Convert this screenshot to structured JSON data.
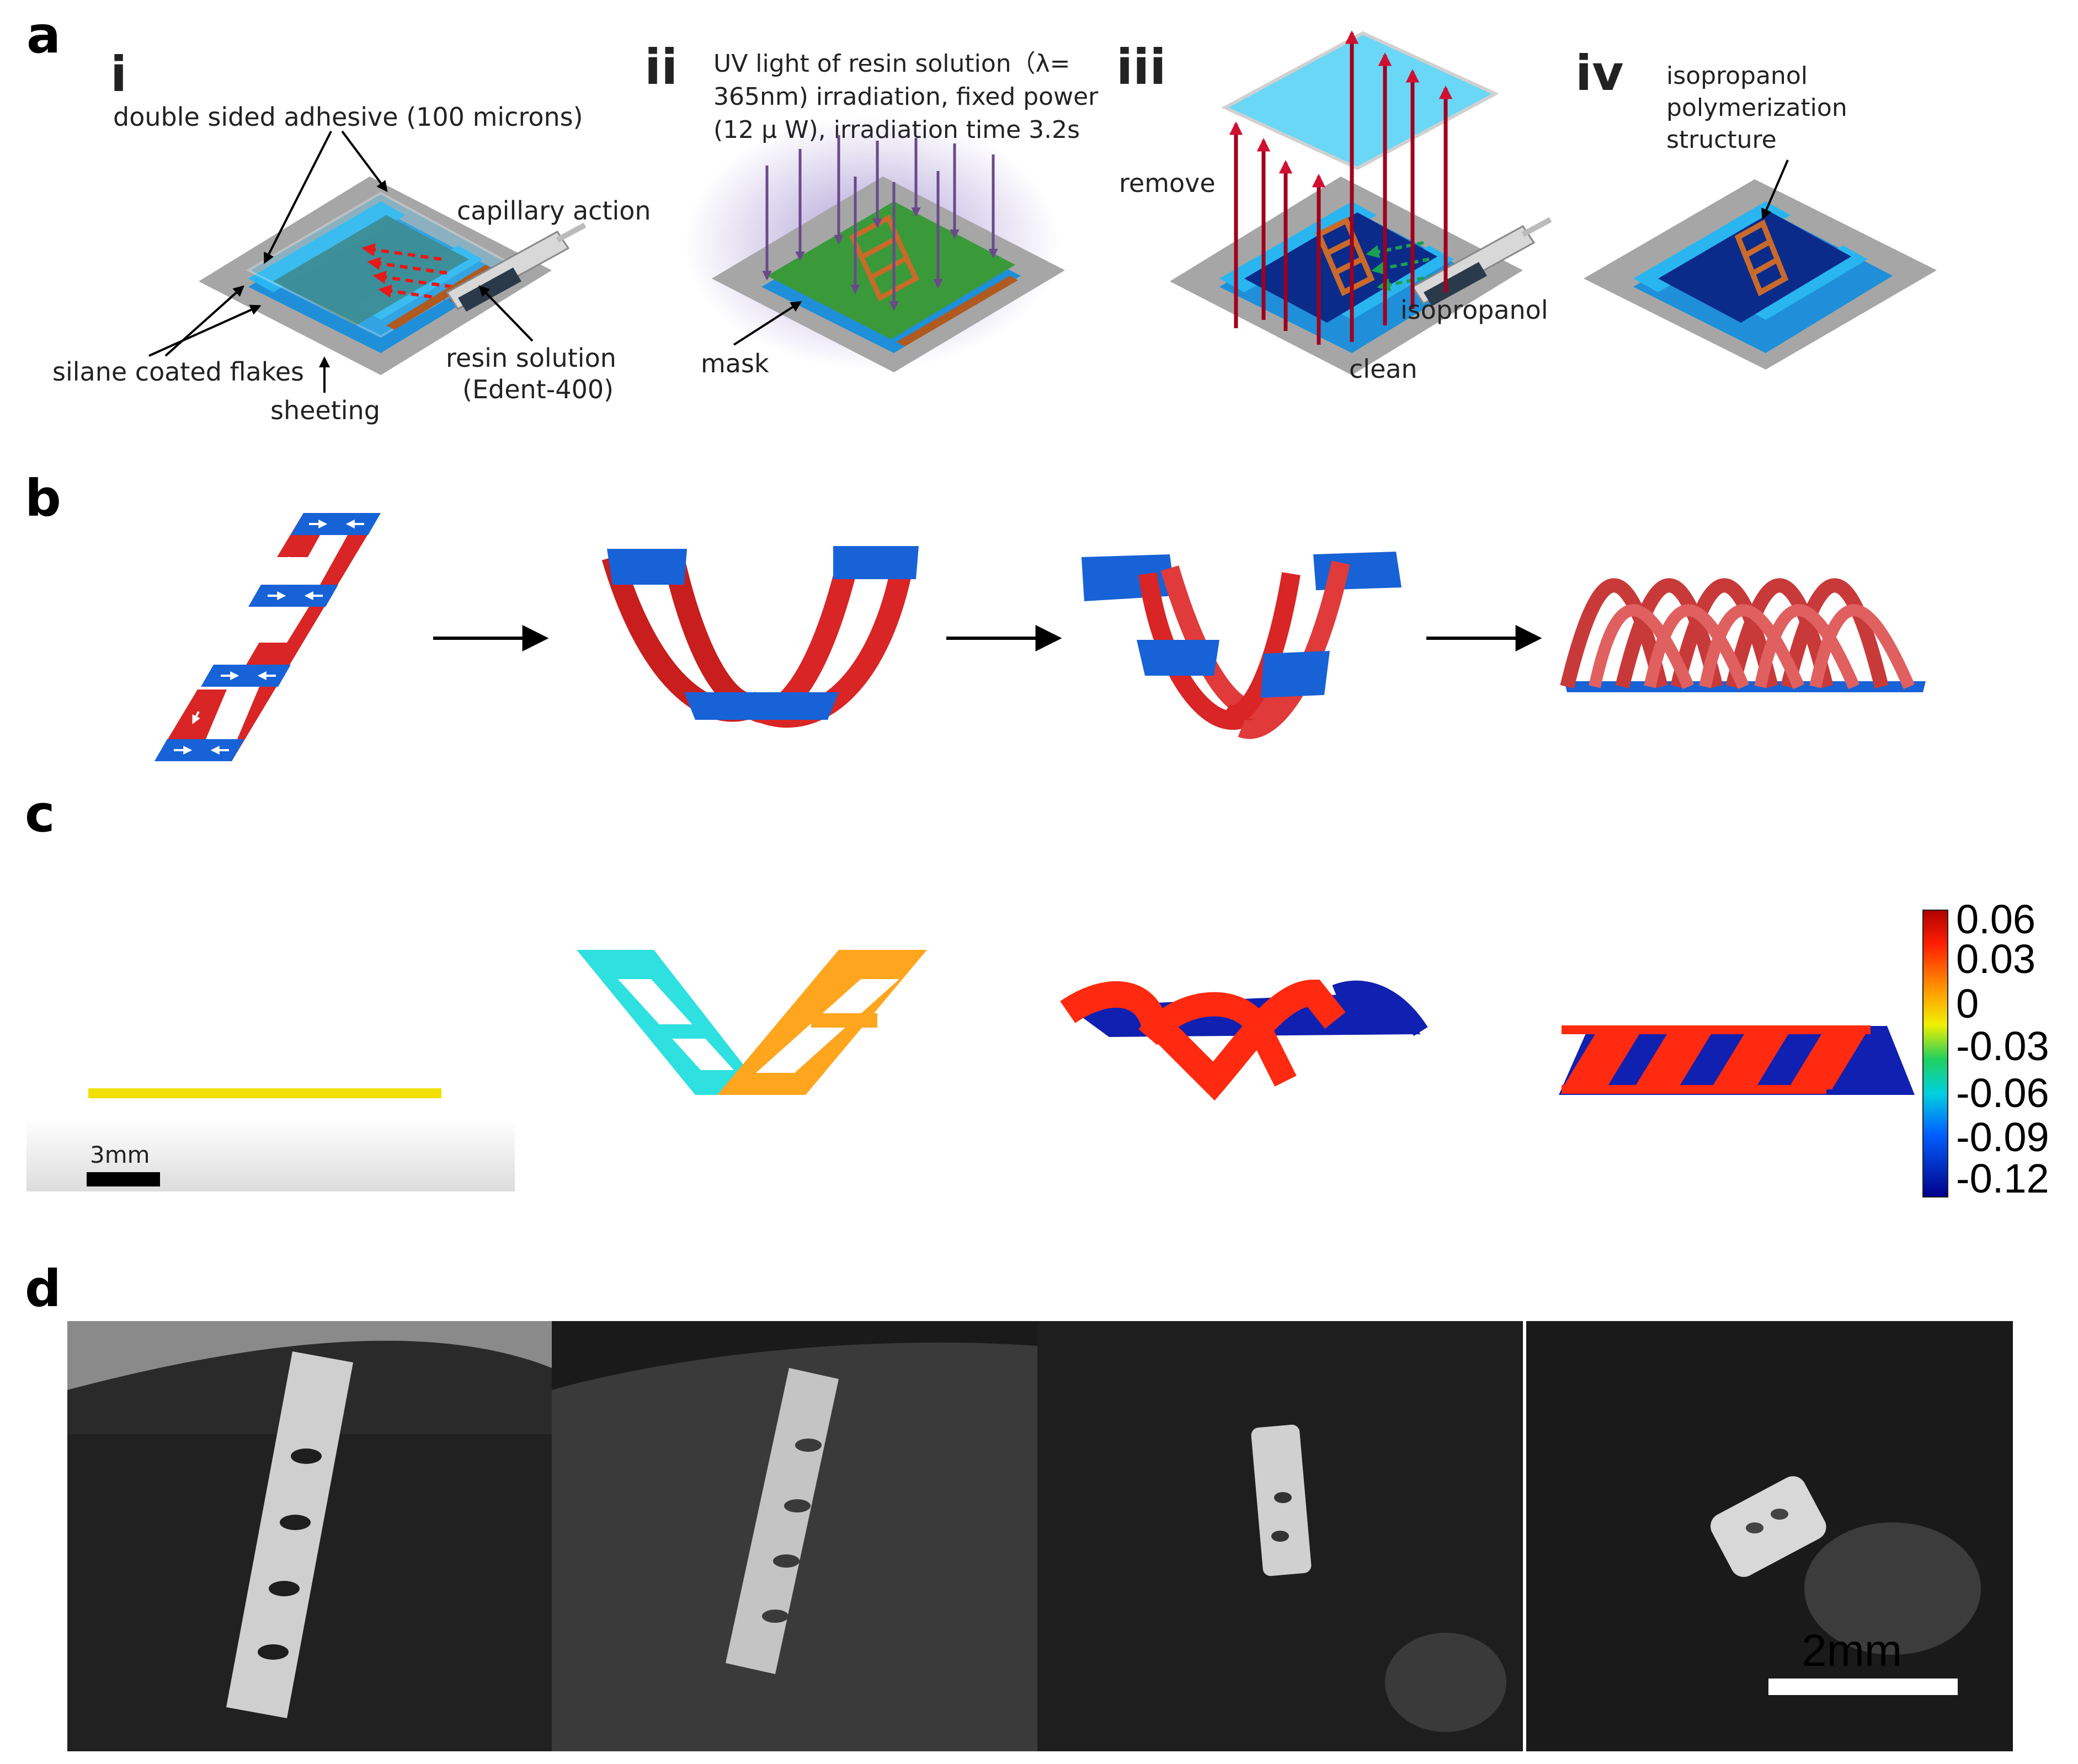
{
  "panels": {
    "a": {
      "label": "a",
      "steps": [
        {
          "numeral": "i",
          "labels": {
            "adhesive": "double sided adhesive (100 microns)",
            "capillary": "capillary action",
            "silane": "silane coated flakes",
            "sheeting": "sheeting",
            "resin_line1": "resin solution",
            "resin_line2": "(Edent-400)"
          }
        },
        {
          "numeral": "ii",
          "labels": {
            "uv_line1": "UV light of resin solution（λ=",
            "uv_line2": "365nm) irradiation, fixed power",
            "uv_line3": "(12 μ W), irradiation time 3.2s",
            "mask": "mask"
          }
        },
        {
          "numeral": "iii",
          "labels": {
            "remove": "remove",
            "isopropanol": "isopropanol",
            "clean": "clean"
          }
        },
        {
          "numeral": "iv",
          "labels": {
            "line1": "isopropanol",
            "line2": "polymerization",
            "line3": "structure"
          }
        }
      ]
    },
    "b": {
      "label": "b"
    },
    "c": {
      "label": "c",
      "scale_bar": "3mm",
      "colorbar": {
        "ticks": [
          "0.06",
          "0.03",
          "0",
          "-0.03",
          "-0.06",
          "-0.09",
          "-0.12"
        ]
      }
    },
    "d": {
      "label": "d",
      "scale_bar": "2mm"
    }
  },
  "colors": {
    "cyan_layer": "#29b6f0",
    "teal_film": "#2f6b5a",
    "red_arrow": "#e81818",
    "dark_red_arrow": "#a0001e",
    "clean_green": "#1aa052",
    "orange_pattern": "#c96a2a",
    "blue_band": "#1762d6",
    "red_band": "#d92525",
    "yellow_line": "#f0e000"
  },
  "icons": [
    "syringe-icon",
    "uv-arrow-icon",
    "right-arrow-icon"
  ]
}
